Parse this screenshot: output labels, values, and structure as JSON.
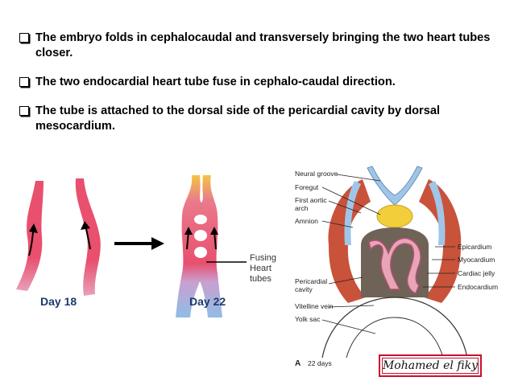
{
  "bullets": [
    {
      "text": "The embryo folds in cephalocaudal and transversely  bringing the two heart tubes closer."
    },
    {
      "text": "The two endocardial heart tube fuse in cephalo-caudal direction."
    },
    {
      "text": "The tube is attached to the dorsal side of the pericardial cavity by  dorsal mesocardium."
    }
  ],
  "figure_left": {
    "day18": "Day 18",
    "day22": "Day 22",
    "fusing_label": [
      "Fusing",
      "Heart",
      "tubes"
    ]
  },
  "figure_right": {
    "labels": {
      "neural_groove": "Neural groove",
      "foregut": "Foregut",
      "first_aortic_arch_1": "First aortic",
      "first_aortic_arch_2": "arch",
      "amnion": "Amnion",
      "pericardial_cavity_1": "Pericardial",
      "pericardial_cavity_2": "cavity",
      "vitelline_vein": "Vitelline vein",
      "yolk_sac": "Yolk sac",
      "epicardium": "Epicardium",
      "myocardium": "Myocardium",
      "cardiac_jelly": "Cardiac jelly",
      "endocardium": "Endocardium",
      "panel_letter": "A",
      "days": "22 days"
    }
  },
  "signature": "Mohamed el fiky"
}
